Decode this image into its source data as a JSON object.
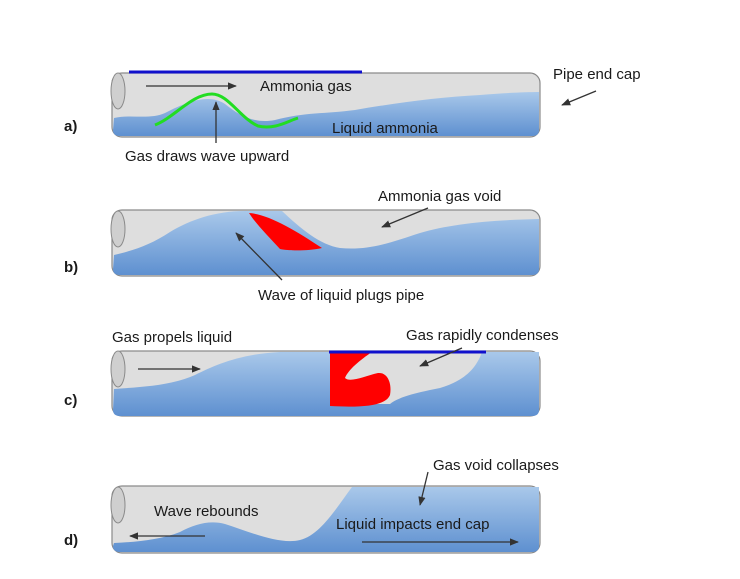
{
  "colors": {
    "pipe_gas": "#dedede",
    "liquid_top": "#9fc0e6",
    "liquid_bottom": "#5f91d0",
    "void": "#ff0000",
    "wave_line": "#22dd22",
    "condense_line": "#1010cc"
  },
  "panels": [
    {
      "step": "a)",
      "labels": {
        "gas": "Ammonia gas",
        "liquid": "Liquid ammonia",
        "wave": "Gas draws wave upward",
        "end_cap": "Pipe end cap"
      }
    },
    {
      "step": "b)",
      "labels": {
        "void": "Ammonia gas void",
        "wave": "Wave of liquid plugs pipe"
      }
    },
    {
      "step": "c)",
      "labels": {
        "propel": "Gas propels liquid",
        "condense": "Gas rapidly condenses"
      }
    },
    {
      "step": "d)",
      "labels": {
        "collapse": "Gas void collapses",
        "rebound": "Wave rebounds",
        "impact": "Liquid impacts end cap"
      }
    }
  ]
}
